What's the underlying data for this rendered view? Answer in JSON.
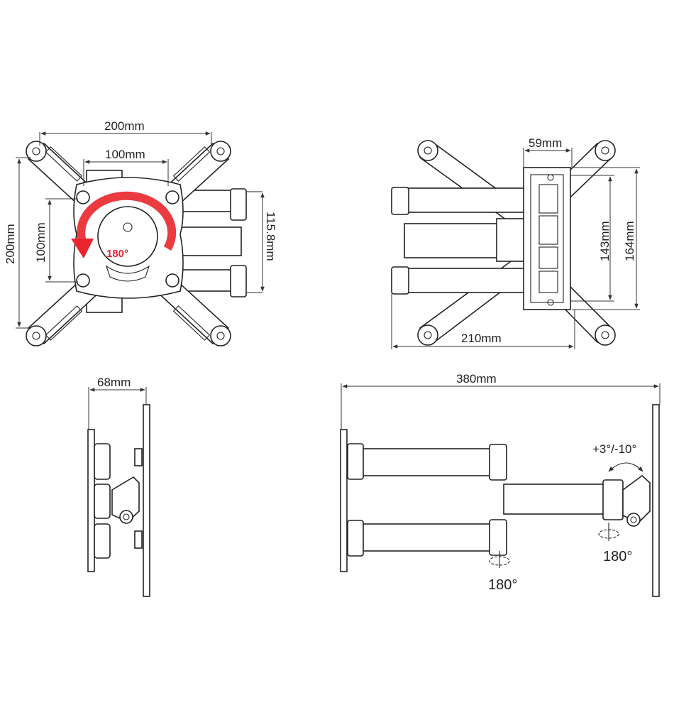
{
  "front_view": {
    "width_dim": "200mm",
    "inner_width_dim": "100mm",
    "height_dim": "200mm",
    "inner_height_dim": "100mm",
    "arm_height_dim": "115.8mm",
    "rotation_label": "180°",
    "rotation_color": "#e8262c"
  },
  "back_view": {
    "plate_width_dim": "59mm",
    "inner_height_dim": "143mm",
    "plate_height_dim": "164mm",
    "depth_dim": "210mm"
  },
  "side_view": {
    "depth_dim": "68mm"
  },
  "top_view": {
    "extension_dim": "380mm",
    "tilt_label": "+3°/-10°",
    "swivel_head_label": "180°",
    "swivel_arm_label": "180°"
  }
}
